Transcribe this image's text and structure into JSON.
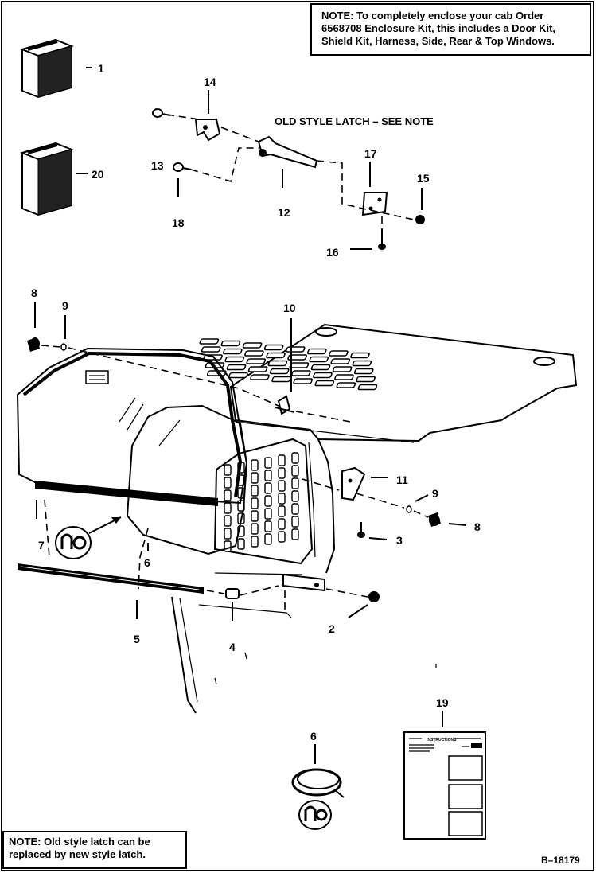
{
  "notes": {
    "top": {
      "label": "NOTE:",
      "text": " To completely enclose your cab Order 6568708 Enclosure Kit, this includes a Door Kit, Shield Kit, Harness, Side, Rear & Top Windows."
    },
    "bottom": {
      "label": "NOTE:",
      "text": "  Old style latch can be replaced by new style latch."
    }
  },
  "section_title": "OLD STYLE LATCH – SEE NOTE",
  "drawing_id": "B–18179",
  "callouts": {
    "c1": "1",
    "c20": "20",
    "c14": "14",
    "c13": "13",
    "c18": "18",
    "c12": "12",
    "c17": "17",
    "c15": "15",
    "c16": "16",
    "c8a": "8",
    "c9a": "9",
    "c10": "10",
    "c11": "11",
    "c9b": "9",
    "c8b": "8",
    "c3": "3",
    "c7": "7",
    "c6a": "6",
    "c5": "5",
    "c4": "4",
    "c2": "2",
    "c19": "19",
    "c6b": "6"
  },
  "instruction_sheet": {
    "heading": "INSTRUCTIONS"
  }
}
